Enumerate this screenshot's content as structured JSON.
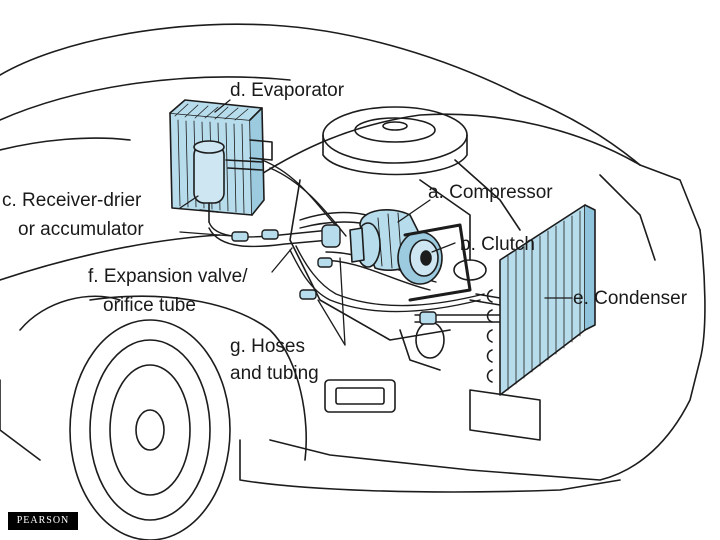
{
  "labels": {
    "evaporator": "d. Evaporator",
    "compressor": "a. Compressor",
    "receiver_line1": "c. Receiver-drier",
    "receiver_line2": "or accumulator",
    "clutch": "b. Clutch",
    "expansion_line1": "f. Expansion valve/",
    "expansion_line2": "orifice tube",
    "condenser": "e. Condenser",
    "hoses_line1": "g. Hoses",
    "hoses_line2": "and tubing"
  },
  "logo": "PEARSON",
  "colors": {
    "component_fill": "#b7dcec",
    "line": "#1c1c1c",
    "label": "#1a1a1a",
    "background": "#ffffff"
  }
}
